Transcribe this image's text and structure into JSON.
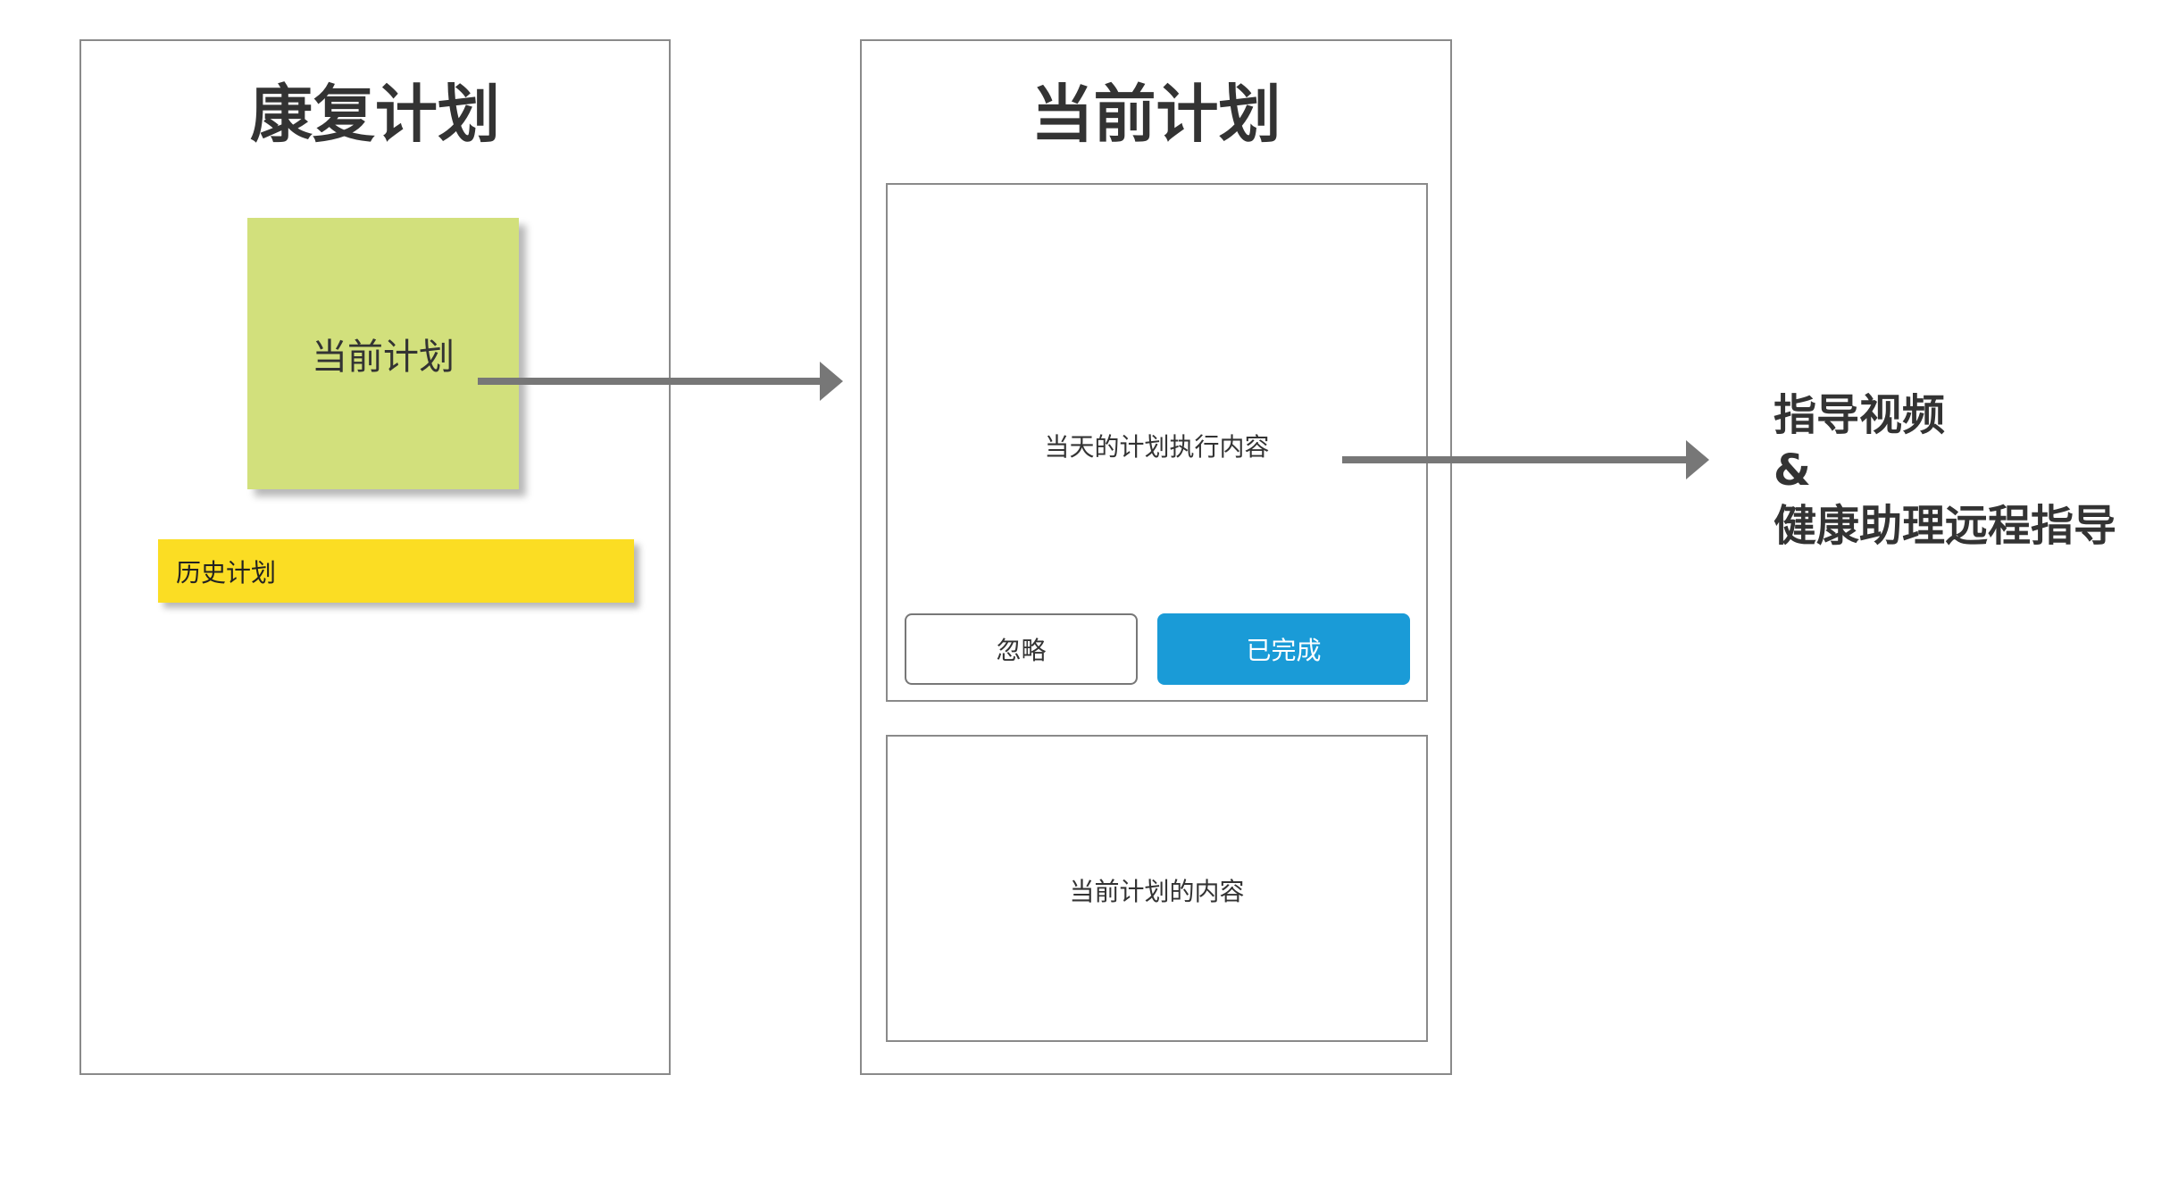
{
  "left_screen": {
    "title": "康复计划",
    "current_plan_note": "当前计划",
    "history_plan_note": "历史计划"
  },
  "right_screen": {
    "title": "当前计划",
    "today_card": {
      "text": "当天的计划执行内容",
      "ignore_button": "忽略",
      "done_button": "已完成"
    },
    "plan_card": {
      "text": "当前计划的内容"
    }
  },
  "side_note": {
    "line1": "指导视频",
    "line2": "&",
    "line3": "健康助理远程指导"
  },
  "colors": {
    "green_note": "#d2e07c",
    "yellow_note": "#fbdd23",
    "primary_button": "#1a9bd7",
    "arrow": "#777777"
  }
}
